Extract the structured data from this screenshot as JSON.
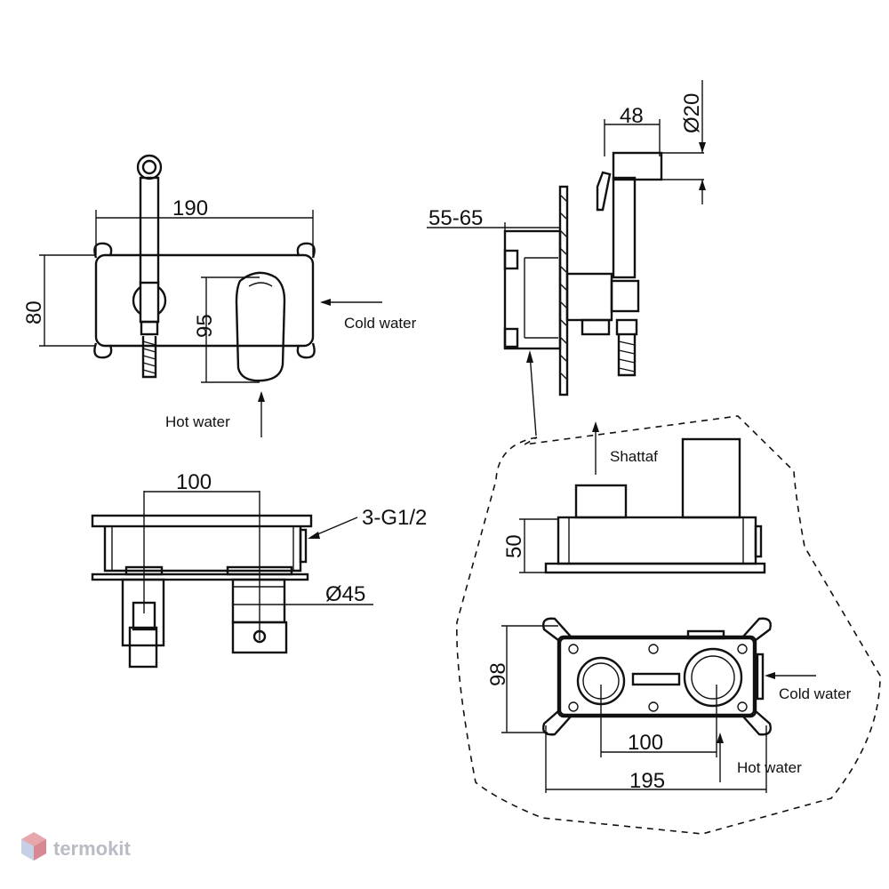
{
  "dimensions": {
    "front_width": "190",
    "front_height": "80",
    "handle_height": "95",
    "inlet_spacing_top": "100",
    "thread": "3-G1/2",
    "diameter_handle": "Ø45",
    "wall_depth": "55-65",
    "spout_length": "48",
    "spout_diameter": "Ø20",
    "box_depth": "50",
    "box_height": "98",
    "box_inlet_spacing": "100",
    "box_width": "195"
  },
  "labels": {
    "cold_water_top": "Cold water",
    "hot_water_top": "Hot water",
    "shattaf": "Shattaf",
    "cold_water_box": "Cold water",
    "hot_water_box": "Hot water"
  },
  "brand": {
    "name": "termokit",
    "logo_icon": "cube-logo-icon"
  }
}
